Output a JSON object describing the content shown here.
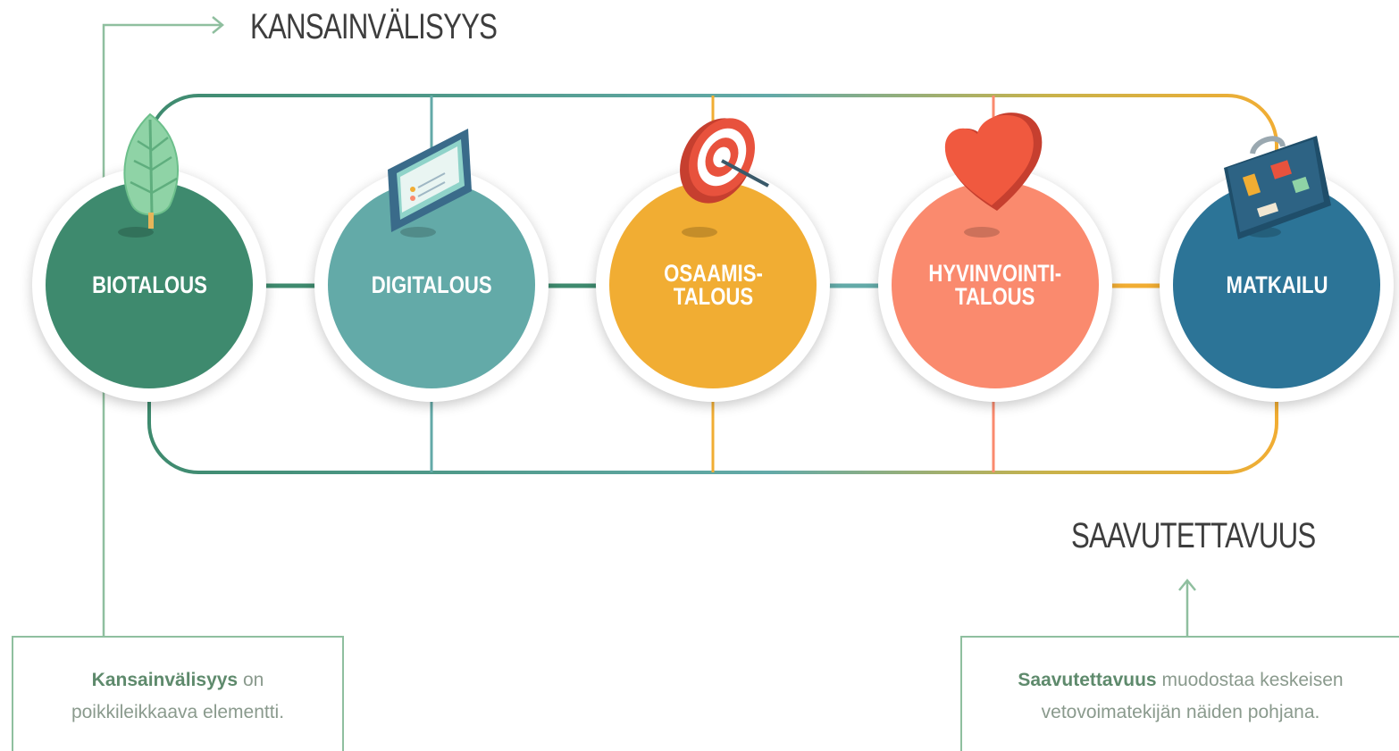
{
  "headings": {
    "kansainvalisyys": "KANSAINVÄLISYYS",
    "saavutettavuus": "SAAVUTETTAVUUS"
  },
  "nodes": [
    {
      "label": "BIOTALOUS",
      "color": "#3e8a6e",
      "icon": "leaf-icon"
    },
    {
      "label": "DIGITALOUS",
      "color": "#63aaa8",
      "icon": "tablet-icon"
    },
    {
      "label": "OSAAMIS-\nTALOUS",
      "color": "#f1ad33",
      "icon": "target-icon"
    },
    {
      "label": "HYVINVOINTI-\nTALOUS",
      "color": "#fa8a6e",
      "icon": "heart-icon"
    },
    {
      "label": "MATKAILU",
      "color": "#2c7497",
      "icon": "suitcase-icon"
    }
  ],
  "notes": {
    "left": {
      "bold": "Kansainvälisyys",
      "rest1": " on",
      "rest2": "poikkileikkaava elementti."
    },
    "right": {
      "bold": "Saavutettavuus",
      "rest1": " muodostaa keskeisen",
      "rest2": "vetovoimatekijän näiden pohjana."
    }
  },
  "colors": {
    "green_line": "#3e8a6e",
    "orange_line": "#f1ad33",
    "note_border": "#8fbf9f"
  }
}
